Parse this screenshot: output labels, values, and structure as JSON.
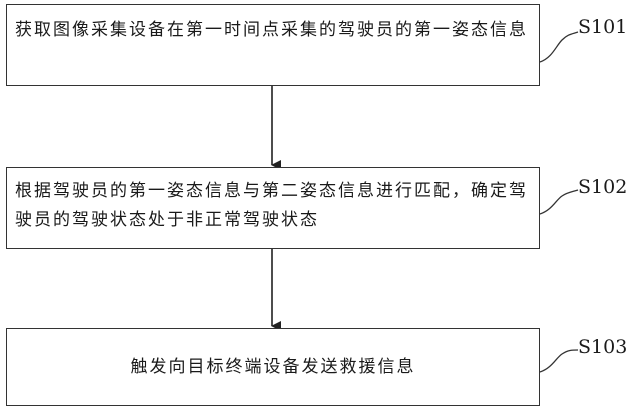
{
  "steps": [
    {
      "id": "S101",
      "text": "获取图像采集设备在第一时间点采集的驾驶员的第一姿态信息"
    },
    {
      "id": "S102",
      "text": "根据驾驶员的第一姿态信息与第二姿态信息进行匹配，确定驾驶员的驾驶状态处于非正常驾驶状态"
    },
    {
      "id": "S103",
      "text": "触发向目标终端设备发送救援信息"
    }
  ]
}
